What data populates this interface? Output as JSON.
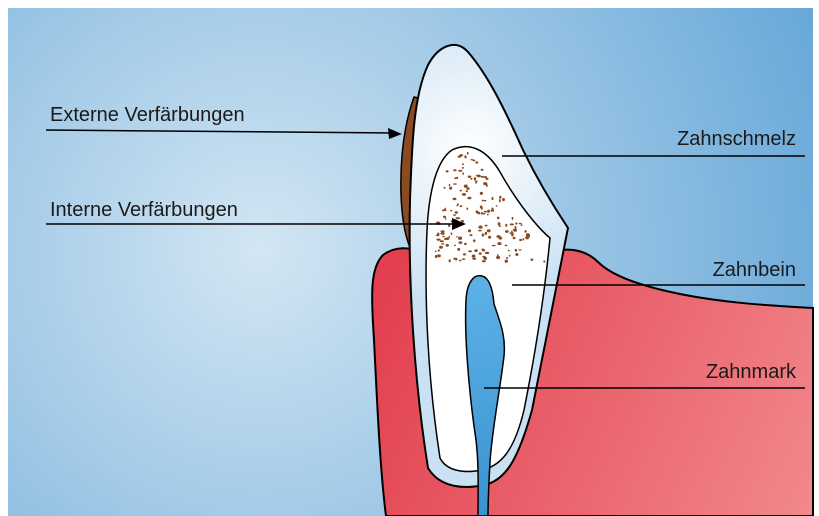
{
  "labels": {
    "external_discoloration": "Externe Verfärbungen",
    "internal_discoloration": "Interne Verfärbungen",
    "enamel": "Zahnschmelz",
    "dentin": "Zahnbein",
    "pulp": "Zahnmark"
  },
  "colors": {
    "background_light": "#cfe3f2",
    "background_dark": "#6aaad9",
    "gum_light": "#f08a8e",
    "gum_dark": "#e0404e",
    "enamel": "#dcecf8",
    "dentin": "#ffffff",
    "pulp": "#4aa3dc",
    "stain": "#8a4a22",
    "outline": "#000000"
  }
}
